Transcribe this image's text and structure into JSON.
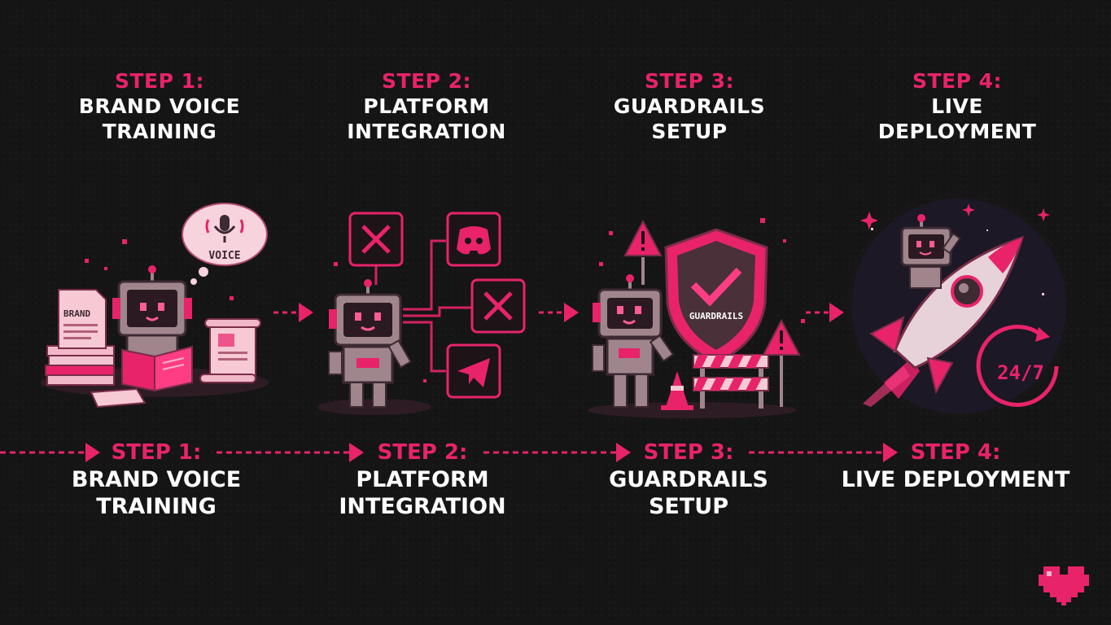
{
  "colors": {
    "background": "#151515",
    "accent": "#e8236a",
    "text": "#ffffff",
    "robot_body": "#a0858c",
    "robot_dark": "#3d2a33"
  },
  "steps": [
    {
      "step_label": "STEP 1:",
      "title": "BRAND VOICE\nTRAINING",
      "caption_step": "STEP 1:",
      "caption_title": "BRAND VOICE\nTRAINING",
      "illustration": "robot-reading-book",
      "badges": {
        "document": "BRAND",
        "speech_bubble": "VOICE"
      },
      "icons": [
        "microphone-icon",
        "document-icon",
        "book-icon",
        "scroll-icon"
      ]
    },
    {
      "step_label": "STEP 2:",
      "title": "PLATFORM\nINTEGRATION",
      "caption_step": "STEP 2:",
      "caption_title": "PLATFORM\nINTEGRATION",
      "illustration": "robot-connected-platforms",
      "icons": [
        "x-logo-icon",
        "discord-icon",
        "x-logo-icon",
        "telegram-icon"
      ]
    },
    {
      "step_label": "STEP 3:",
      "title": "GUARDRAILS\nSETUP",
      "caption_step": "STEP 3:",
      "caption_title": "GUARDRAILS\nSETUP",
      "illustration": "robot-with-shield",
      "badges": {
        "shield": "GUARDRAILS"
      },
      "icons": [
        "shield-check-icon",
        "warning-sign-icon",
        "traffic-cone-icon",
        "barrier-icon"
      ]
    },
    {
      "step_label": "STEP 4:",
      "title": "LIVE\nDEPLOYMENT",
      "caption_step": "STEP 4:",
      "caption_title": "LIVE DEPLOYMENT",
      "illustration": "robot-riding-rocket",
      "badges": {
        "clock": "24/7"
      },
      "icons": [
        "rocket-icon",
        "clock-icon",
        "sparkle-icon"
      ]
    }
  ],
  "corner_icon": "pixel-heart-icon"
}
